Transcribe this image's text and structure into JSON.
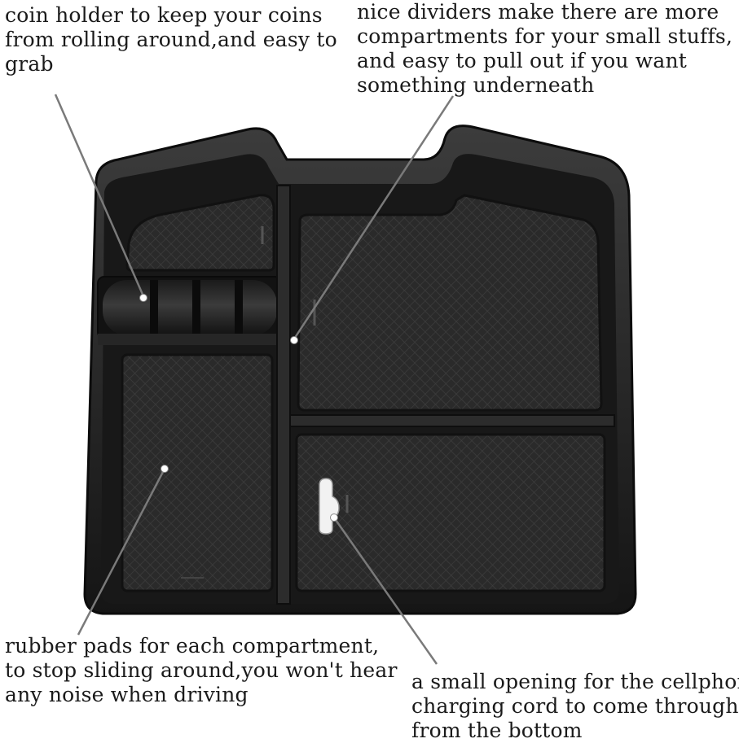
{
  "captions": {
    "coin_holder": [
      "coin holder to keep your coins",
      "from rolling around,and easy to",
      "grab"
    ],
    "dividers": [
      "nice dividers make there are more",
      "compartments for your small stuffs,",
      "and easy to pull out if you want",
      "something underneath"
    ],
    "rubber_pads": [
      "rubber pads for each compartment,",
      "to stop sliding around,you won't hear",
      "any noise when driving"
    ],
    "opening": [
      "a small opening for the cellphone",
      "charging cord to come through",
      "from the bottom"
    ]
  },
  "colors": {
    "tray": "#1d1d1d",
    "tray_rim": "#3a3a3a",
    "pad": "#2b2b2b",
    "pointer_line": "#7a7a7a",
    "background": "#ffffff"
  }
}
